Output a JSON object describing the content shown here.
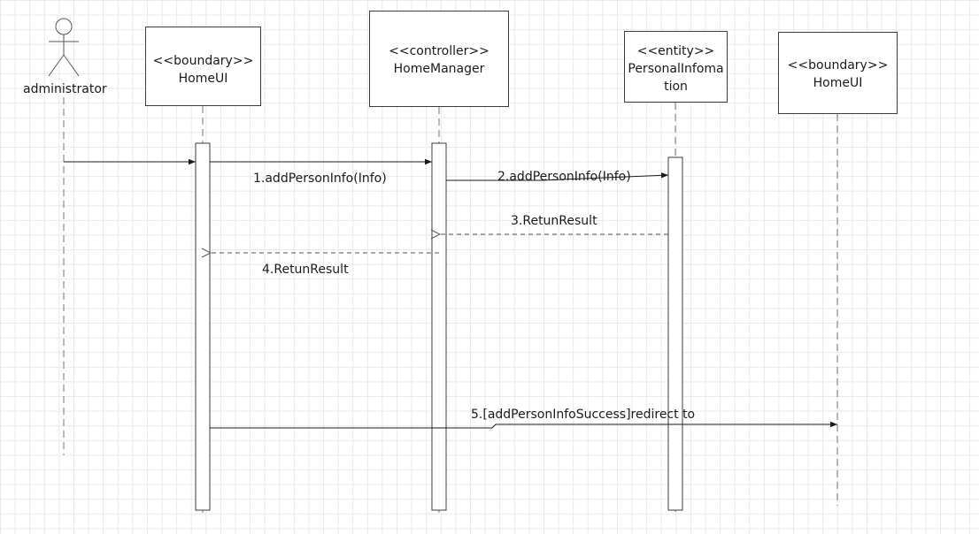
{
  "actor": {
    "name": "administrator"
  },
  "participants": [
    {
      "id": "p1",
      "stereotype": "<<boundary>>",
      "name": "HomeUI"
    },
    {
      "id": "p2",
      "stereotype": "<<controller>>",
      "name": "HomeManager"
    },
    {
      "id": "p3",
      "stereotype": "<<entity>>",
      "name": "PersonalInfomation"
    },
    {
      "id": "p4",
      "stereotype": "<<boundary>>",
      "name": "HomeUI"
    }
  ],
  "messages": [
    {
      "label": "1.addPersonInfo(Info)",
      "kind": "sync"
    },
    {
      "label": "2.addPersonInfo(Info)",
      "kind": "sync"
    },
    {
      "label": "3.RetunResult",
      "kind": "return"
    },
    {
      "label": "4.RetunResult",
      "kind": "return"
    },
    {
      "label": "5.[addPersonInfoSuccess]redirect to",
      "kind": "sync"
    }
  ],
  "colors": {
    "line": "#2a2a2a",
    "lifeline": "#8a8aa0",
    "grid": "#e9e9e9"
  }
}
